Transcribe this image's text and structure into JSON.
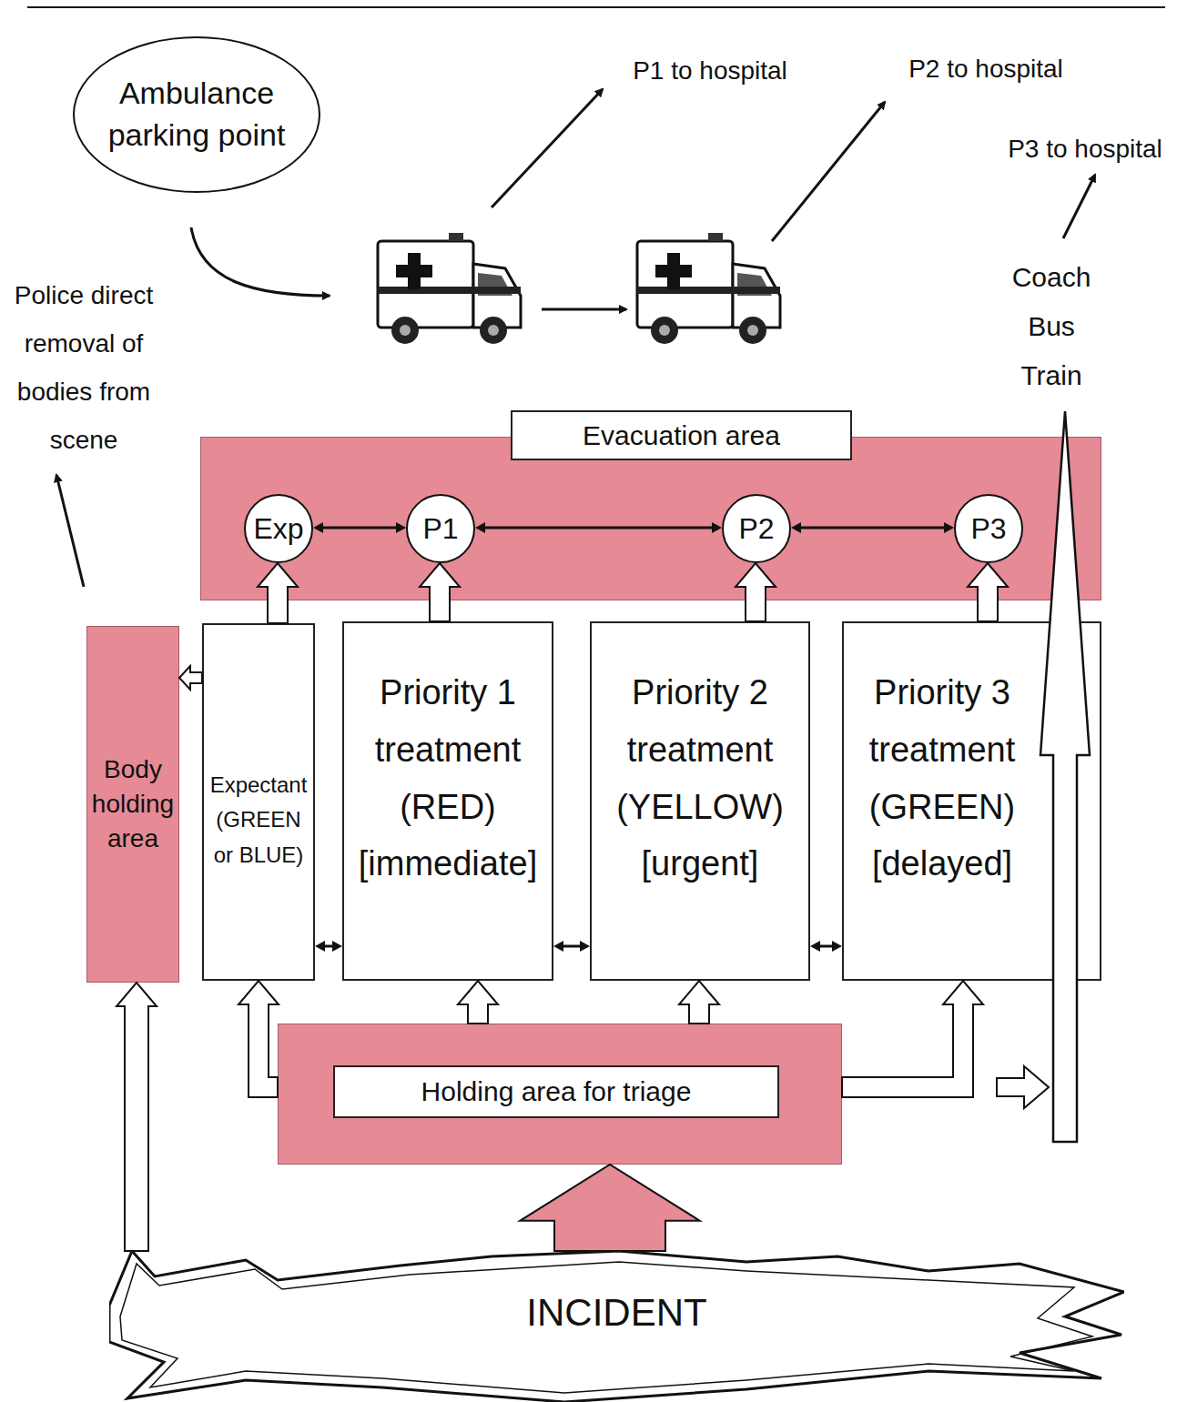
{
  "diagram": {
    "nodes": [
      {
        "text": [
          "Ambulance parking point"
        ]
      },
      {
        "text": [
          "Evacuation area"
        ]
      },
      {
        "text": [
          "Exp"
        ],
        "in": 1
      },
      {
        "text": [
          "P1"
        ],
        "in": 1
      },
      {
        "text": [
          "P2"
        ],
        "in": 1
      },
      {
        "text": [
          "P3"
        ],
        "in": 1
      },
      {
        "text": [
          "Body holding area"
        ]
      },
      {
        "text": [
          "Expectant (GREEN or BLUE)"
        ]
      },
      {
        "text": [
          "Priority 1 treatment (RED) [immediate]"
        ]
      },
      {
        "text": [
          "Priority 2 treatment (YELLOW) [urgent]"
        ]
      },
      {
        "text": [
          "Priority 3 treatment (GREEN) [delayed]"
        ]
      },
      {
        "text": [
          "Holding area for triage"
        ]
      },
      {
        "text": [
          "INCIDENT"
        ]
      }
    ],
    "edges": [
      {
        "from": 2,
        "to": 3,
        "arrow": "both"
      },
      {
        "from": 3,
        "to": 4,
        "arrow": "both"
      },
      {
        "from": 4,
        "to": 5,
        "arrow": "both"
      },
      {
        "from": 7,
        "to": 2,
        "arrow": "to"
      },
      {
        "from": 8,
        "to": 3,
        "arrow": "to"
      },
      {
        "from": 9,
        "to": 4,
        "arrow": "to"
      },
      {
        "from": 10,
        "to": 5,
        "arrow": "to"
      },
      {
        "from": 7,
        "to": 6,
        "arrow": "to"
      },
      {
        "from": 7,
        "to": 8,
        "arrow": "both"
      },
      {
        "from": 8,
        "to": 9,
        "arrow": "both"
      },
      {
        "from": 9,
        "to": 10,
        "arrow": "both"
      },
      {
        "from": 11,
        "to": 7,
        "arrow": "to"
      },
      {
        "from": 11,
        "to": 8,
        "arrow": "to"
      },
      {
        "from": 11,
        "to": 9,
        "arrow": "to"
      },
      {
        "from": 11,
        "to": 10,
        "arrow": "to"
      },
      {
        "from": 12,
        "to": 11,
        "arrow": "to"
      },
      {
        "from": 12,
        "to": 6,
        "arrow": "to"
      }
    ],
    "labels": [
      "P1 to hospital",
      "P2 to hospital",
      "P3 to hospital",
      "Coach Bus Train",
      "Police direct removal of bodies from scene"
    ]
  }
}
